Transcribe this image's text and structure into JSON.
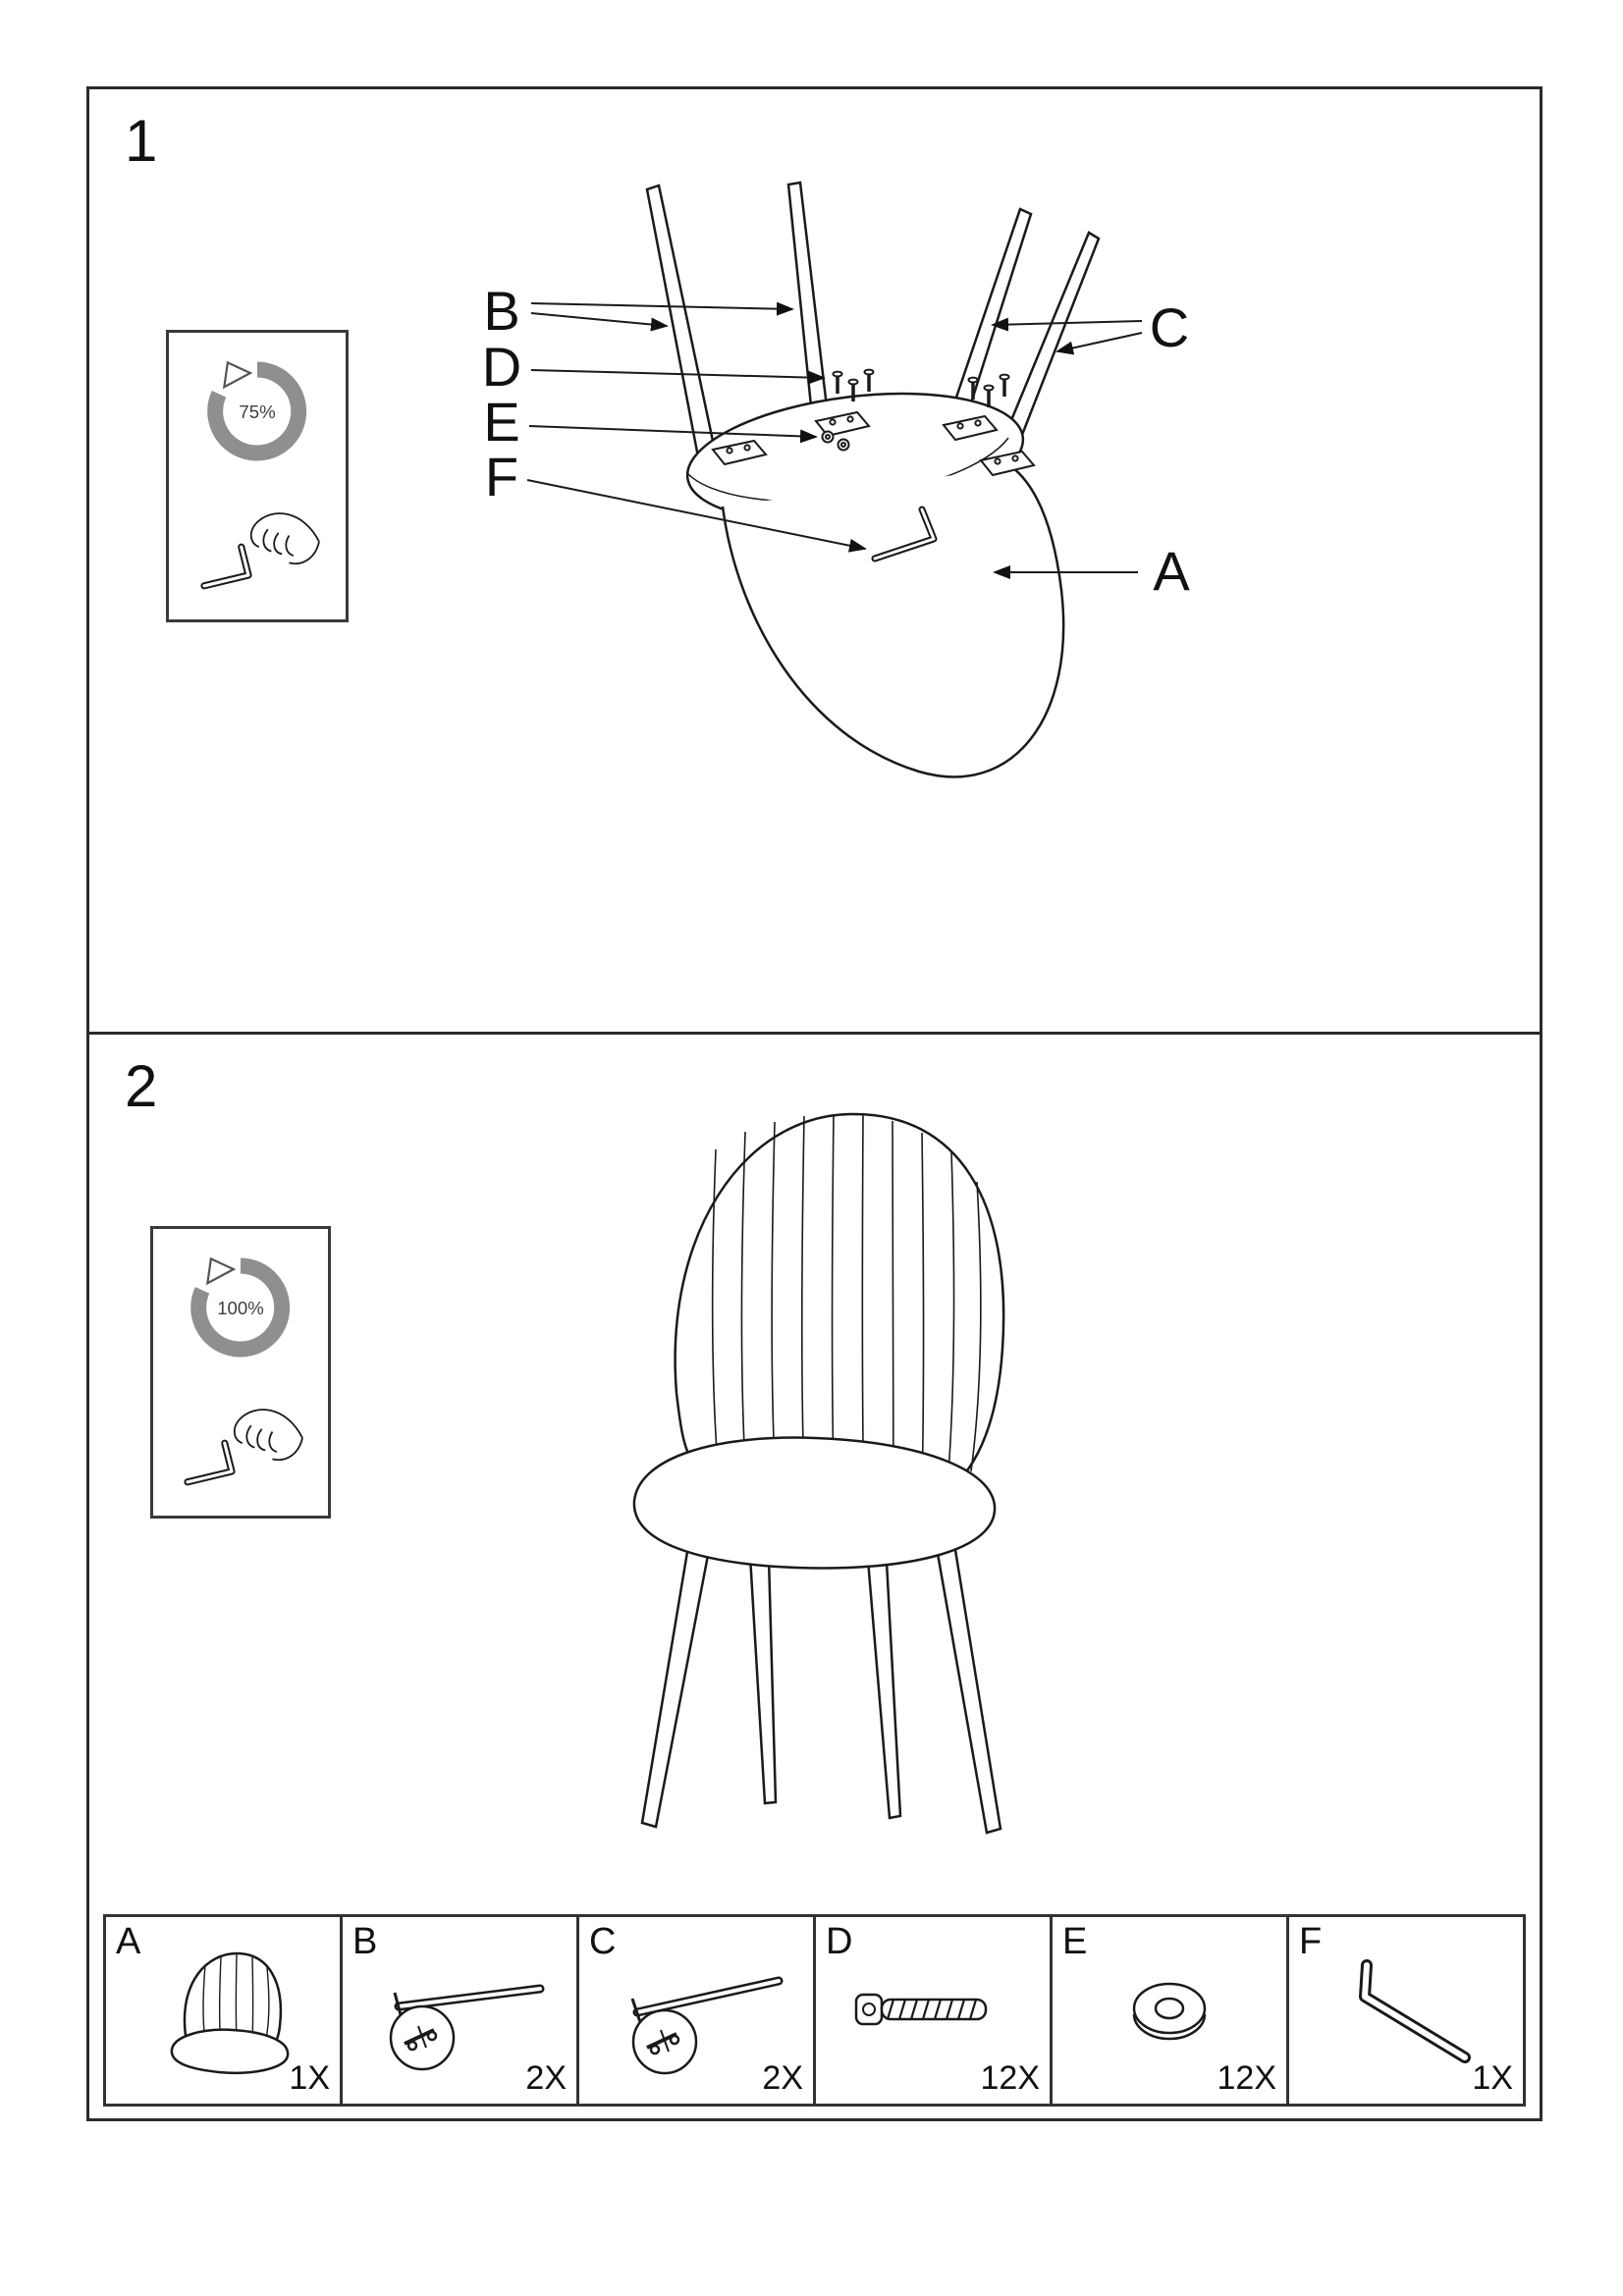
{
  "sheet": {
    "steps": [
      {
        "number": "1",
        "progress": "75%",
        "callouts": {
          "a": "A",
          "b": "B",
          "c": "C",
          "d": "D",
          "e": "E",
          "f": "F"
        }
      },
      {
        "number": "2",
        "progress": "100%"
      }
    ],
    "parts": [
      {
        "label": "A",
        "qty": "1X"
      },
      {
        "label": "B",
        "qty": "2X"
      },
      {
        "label": "C",
        "qty": "2X"
      },
      {
        "label": "D",
        "qty": "12X"
      },
      {
        "label": "E",
        "qty": "12X"
      },
      {
        "label": "F",
        "qty": "1X"
      }
    ]
  }
}
